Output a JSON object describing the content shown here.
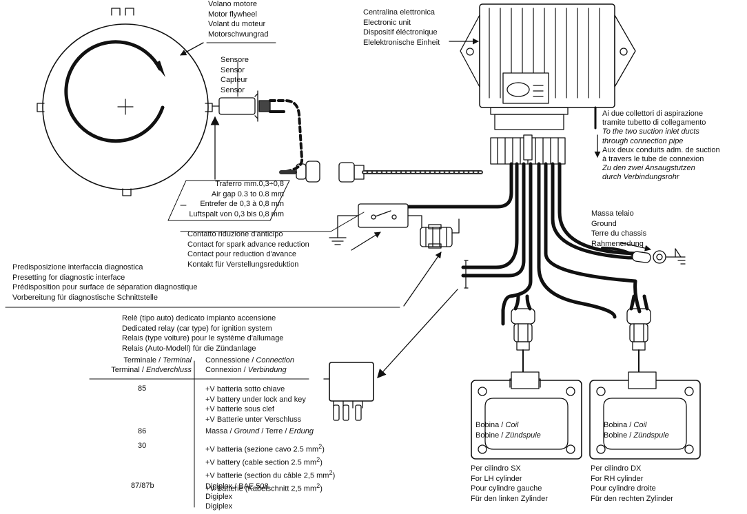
{
  "flywheel": [
    "Volano motore",
    "Motor flywheel",
    "Volant du moteur",
    "Motorschwungrad"
  ],
  "ecu": [
    "Centralina elettronica",
    "Electronic unit",
    "Dispositif éléctronique",
    "Elelektronische Einheit"
  ],
  "sensor": [
    "Sensore",
    "Sensor",
    "Capteur",
    "Sensor"
  ],
  "airgap": [
    "Traferro mm.0,3÷0,8",
    "Air gap 0.3 to 0.8 mm",
    "Entrefer de 0,3 à 0,8 mm",
    "Luftspalt von 0,3 bis 0,8 mm"
  ],
  "suction": [
    "Ai due collettori di aspirazione",
    "tramite tubetto di collegamento",
    "To the two suction inlet ducts",
    "through connection pipe",
    "Aux deux conduits adm. de suction",
    "à travers le tube de connexion",
    "Zu den zwei Ansaugstutzen",
    "durch Verbindungsrohr"
  ],
  "ground": [
    "Massa telaio",
    "Ground",
    "Terre du chassis",
    "Rahmenerdung"
  ],
  "advance": [
    "Contatto riduzione d'anticipo",
    "Contact for spark advance reduction",
    "Contact pour reduction d'avance",
    "Kontakt für Verstellungsreduktion"
  ],
  "diag": [
    "Predisposizione interfaccia diagnostica",
    "Presetting for diagnostic interface",
    "Prédisposition pour surface de séparation diagnostique",
    "Vorbereitung für diagnostische Schnittstelle"
  ],
  "relay": [
    "Relè (tipo auto) dedicato impianto accensione",
    "Dedicated relay (car type) for ignition system",
    "Relais (type voiture) pour le système d'allumage",
    "Relais (Auto-Modell) für die Zündanlage"
  ],
  "table": {
    "h_terminal_1": "Terminale / ",
    "h_terminal_1i": "Terminal",
    "h_terminal_2": "Terminal / ",
    "h_terminal_2i": "Endverchluss",
    "h_conn_1": "Connessione / ",
    "h_conn_1i": "Connection",
    "h_conn_2": "Connexion / ",
    "h_conn_2i": "Verbindung",
    "t85": "85",
    "c85": [
      "+V batteria sotto chiave",
      "+V battery under lock and key",
      "+V batterie sous clef",
      "+V Batterie unter Verschluss"
    ],
    "t86": "86",
    "c86a": "Massa / ",
    "c86b": "Ground",
    "c86c": " / Terre / ",
    "c86d": "Erdung",
    "t30": "30",
    "c30": [
      "+V batteria (sezione cavo 2.5 mm",
      "+V battery (cable section 2.5 mm",
      "+V batterie (section du câble 2,5 mm",
      "+V Batterie (Kabelschnitt 2,5 mm"
    ],
    "sup": "2",
    "close": ")",
    "t87": "87/87b",
    "c87": [
      "Digiplex / BAE 508",
      "Digiplex",
      "Digiplex"
    ]
  },
  "coil_left": {
    "l1a": "Bobina / ",
    "l1b": "Coil",
    "l2a": "Bobine / ",
    "l2b": "Zündspule"
  },
  "coil_right": {
    "l1a": "Bobina / ",
    "l1b": "Coil",
    "l2a": "Bobine / ",
    "l2b": "Zündspule"
  },
  "cyl_sx": [
    "Per cilindro SX",
    "For LH cylinder",
    "Pour cylindre gauche",
    "Für den linken Zylinder"
  ],
  "cyl_dx": [
    "Per cilindro DX",
    "For RH cylinder",
    "Pour cylindre droite",
    "Für den rechten Zylinder"
  ]
}
